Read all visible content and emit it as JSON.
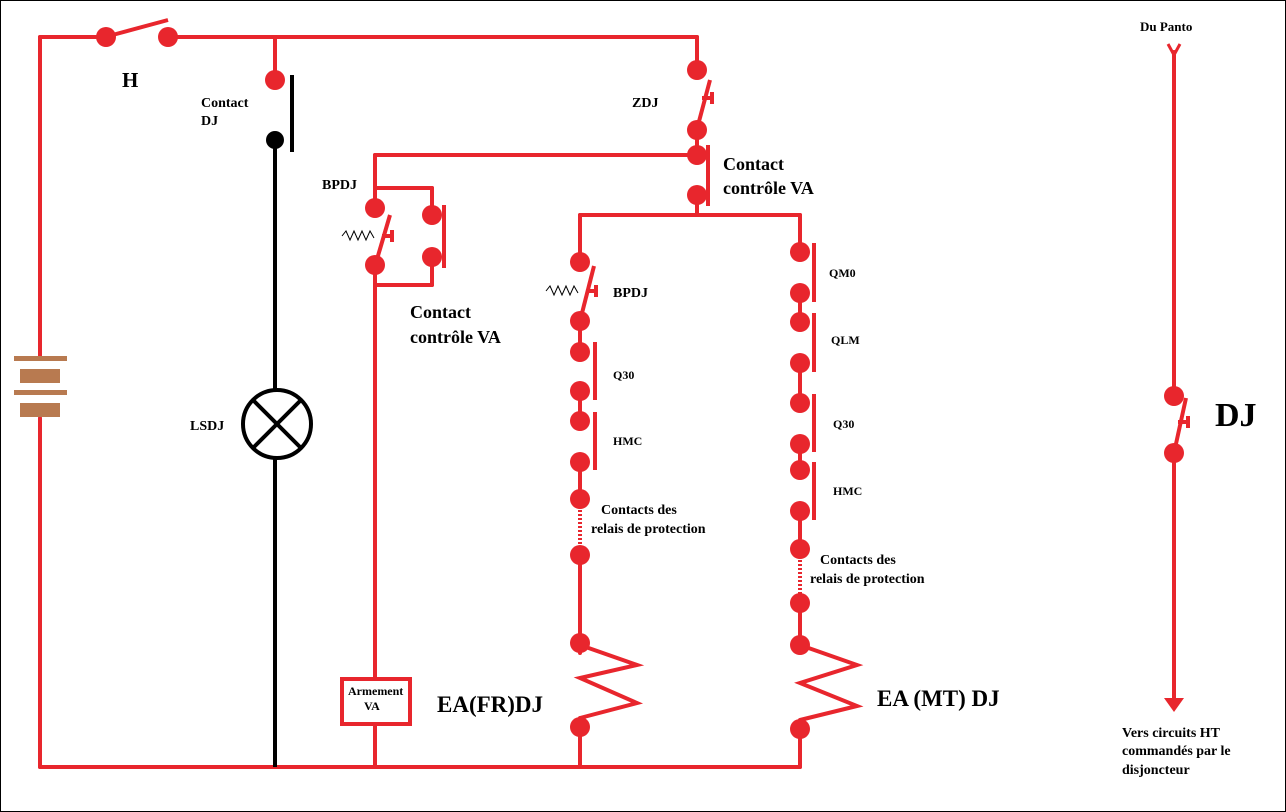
{
  "colors": {
    "wire": "#e8262d",
    "black_wire": "#000000",
    "battery": "#b87a50",
    "background": "#ffffff"
  },
  "labels": {
    "h": "H",
    "contact_dj": [
      "Contact",
      "DJ"
    ],
    "zdj": "ZDJ",
    "contact_controle_va_top": [
      "Contact",
      "contrôle VA"
    ],
    "bpdj_left": "BPDJ",
    "contact_controle_va_left": [
      "Contact",
      "contrôle VA"
    ],
    "lsdj": "LSDJ",
    "bpdj_mid": "BPDJ",
    "q30_mid": "Q30",
    "hmc_mid": "HMC",
    "protection_mid": [
      "Contacts des",
      "relais de protection"
    ],
    "ea_fr_dj": "EA(FR)DJ",
    "armement_va": [
      "Armement",
      "VA"
    ],
    "qm0": "QM0",
    "qlm": "QLM",
    "q30_right": "Q30",
    "hmc_right": "HMC",
    "protection_right": [
      "Contacts des",
      "relais de protection"
    ],
    "ea_mt_dj": "EA (MT) DJ",
    "du_panto": "Du Panto",
    "dj": "DJ",
    "vers_circuits": [
      "Vers circuits HT",
      "commandés par le",
      "disjoncteur"
    ]
  },
  "icons": {
    "lamp": "lamp-x-icon",
    "battery": "battery-icon",
    "coil": "coil-zigzag-icon",
    "switch": "switch-contact-icon",
    "arrow": "arrow-down-icon"
  }
}
